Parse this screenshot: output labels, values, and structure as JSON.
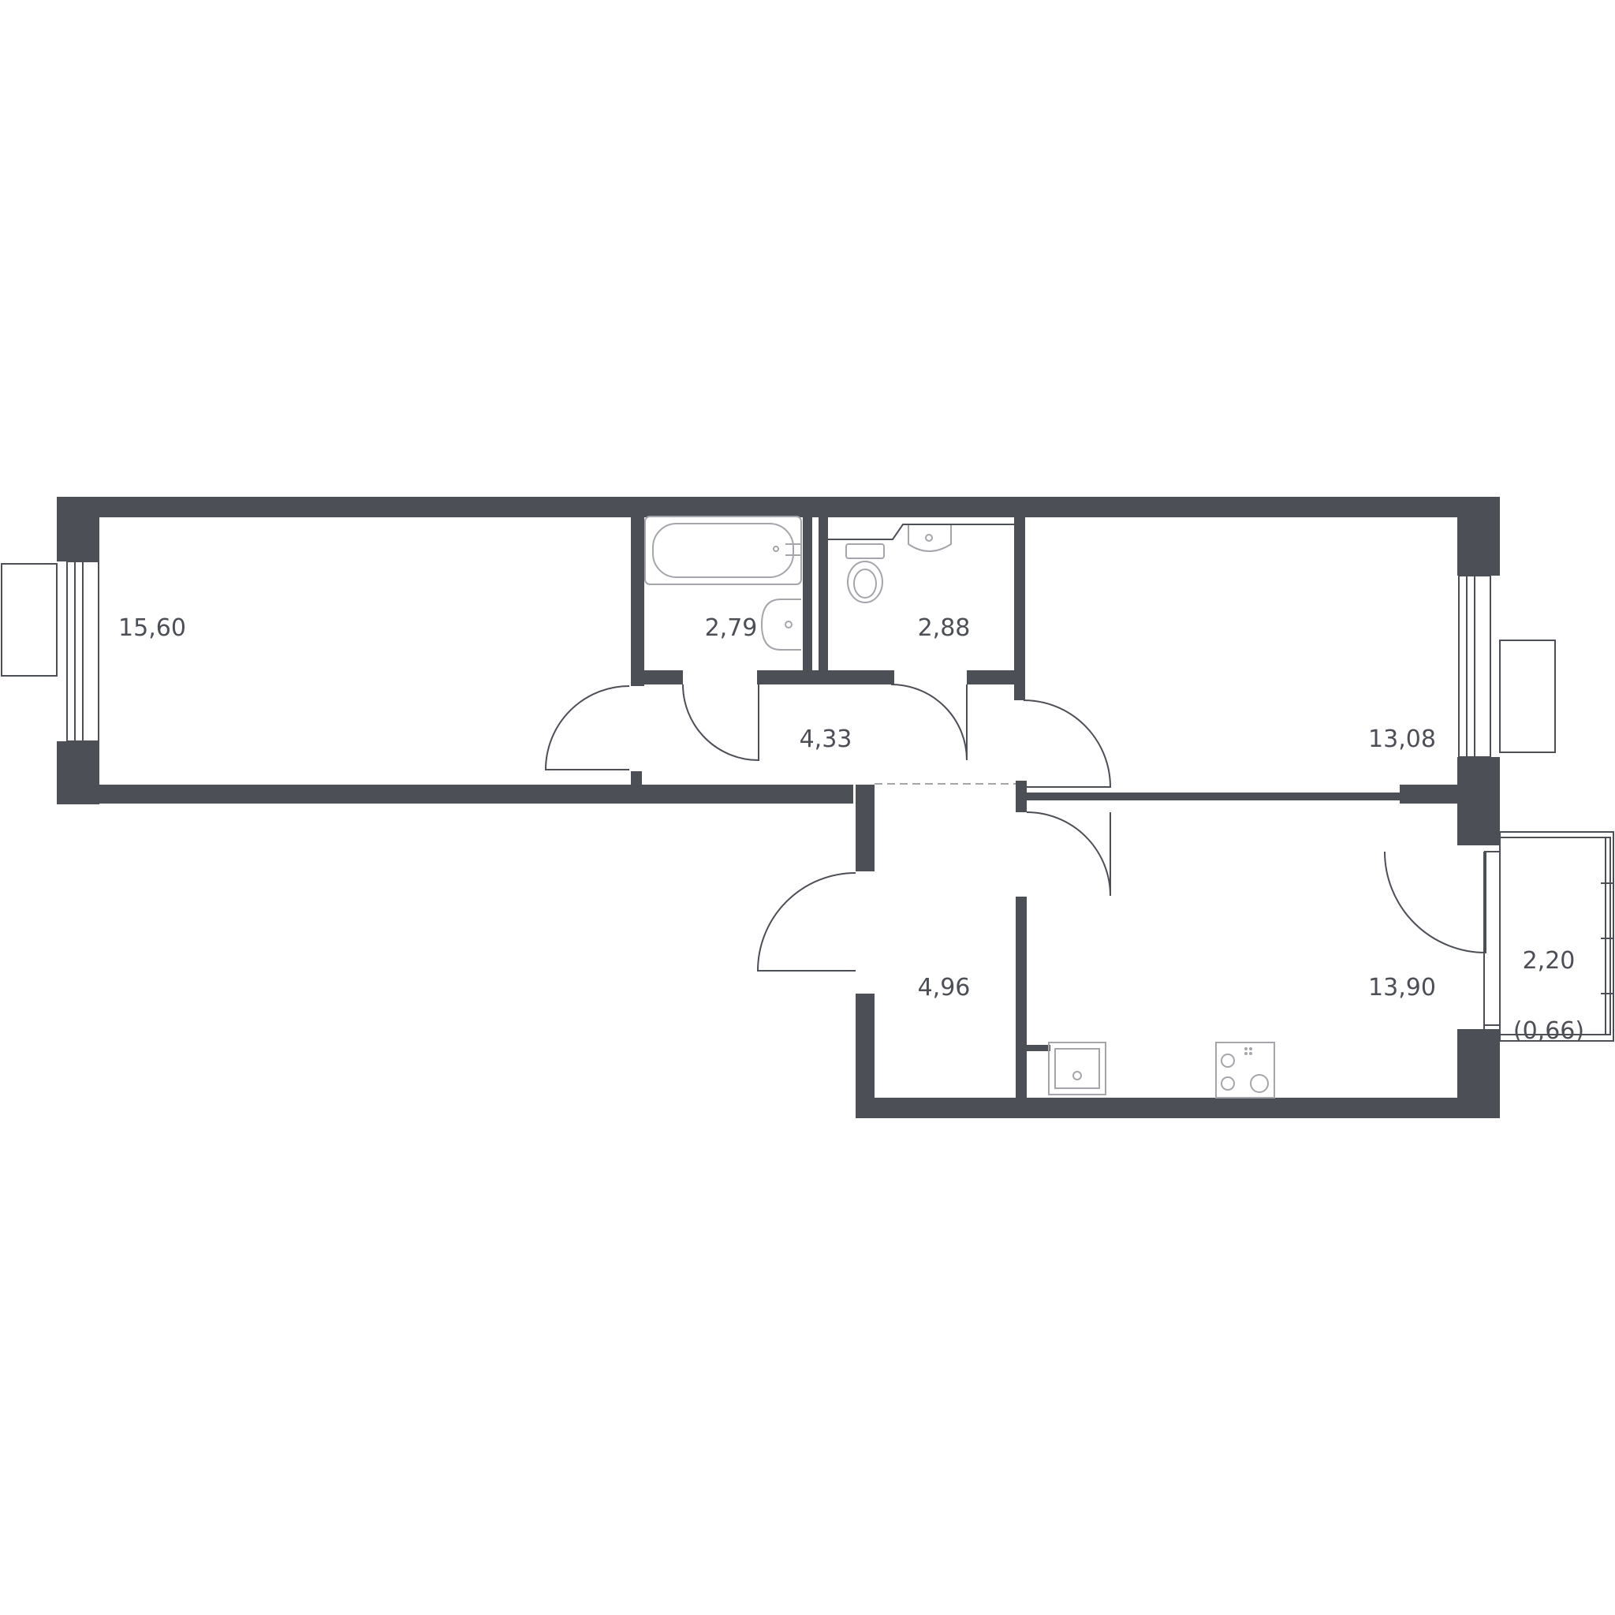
{
  "colors": {
    "wall": "#4d4f57",
    "fixture": "#a4a6ab",
    "background": "#ffffff"
  },
  "rooms": {
    "room_1_area": "15,60",
    "bathroom_area": "2,79",
    "toilet_area": "2,88",
    "room_2_area": "13,08",
    "corridor_area": "4,33",
    "hall_area": "4,96",
    "kitchen_area": "13,90",
    "balcony_area": "2,20",
    "balcony_reduced_area": "(0,66)"
  }
}
